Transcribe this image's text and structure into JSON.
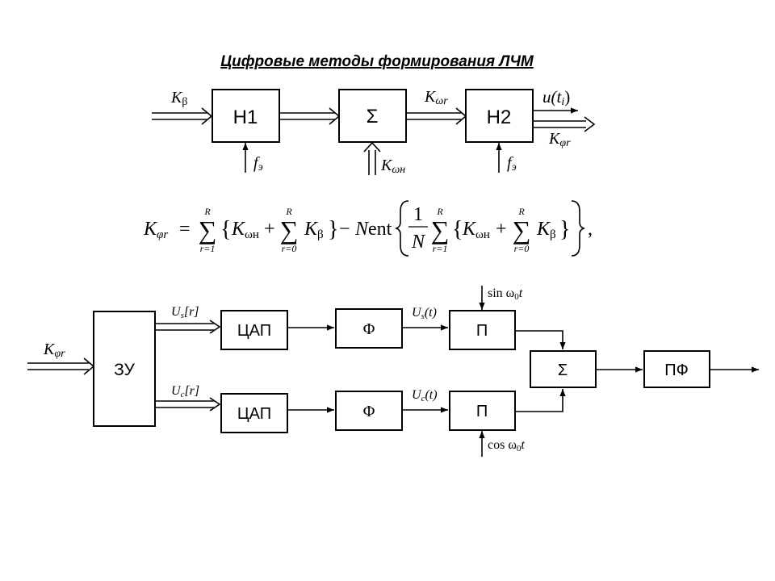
{
  "title": "Цифровые методы формирования ЛЧМ",
  "top": {
    "in_label": "K",
    "in_sub": "β",
    "h1": "Н1",
    "sum": "Σ",
    "h2": "Н2",
    "k_omega_r": "K",
    "k_omega_r_sub": "ωr",
    "u_ti": "u(t",
    "u_ti_sub": "i",
    "u_ti_close": ")",
    "k_phi_r": "K",
    "k_phi_r_sub": "φr",
    "f_e": "f",
    "f_e_sub": "э",
    "k_omega_n": "K",
    "k_omega_n_sub": "ωн"
  },
  "formula": {
    "lhs": "K",
    "lhs_sub": "φr",
    "eq": "=",
    "sum_top": "R",
    "sum_bot1": "r=1",
    "sum_bot0": "r=0",
    "k": "K",
    "k_omega_n_sub": "ωн",
    "k_beta_sub": "β",
    "plus": "+",
    "minus": "−",
    "n": "N",
    "ent": "ent",
    "one": "1",
    "comma": ","
  },
  "bottom": {
    "in_label": "K",
    "in_sub": "φr",
    "zu": "ЗУ",
    "dac": "ЦАП",
    "filter": "Φ",
    "mult": "П",
    "sum": "Σ",
    "bpf": "ПФ",
    "us_r": "U",
    "us_r_sub": "s",
    "us_r_arg": "[r]",
    "uc_r": "U",
    "uc_r_sub": "c",
    "uc_r_arg": "[r]",
    "us_t": "U",
    "us_t_sub": "s",
    "us_t_arg": "(t)",
    "uc_t": "U",
    "uc_t_sub": "c",
    "uc_t_arg": "(t)",
    "sin": "sin ω",
    "sin_sub": "0",
    "sin_t": "t",
    "cos": "cos ω",
    "cos_sub": "0",
    "cos_t": "t"
  }
}
